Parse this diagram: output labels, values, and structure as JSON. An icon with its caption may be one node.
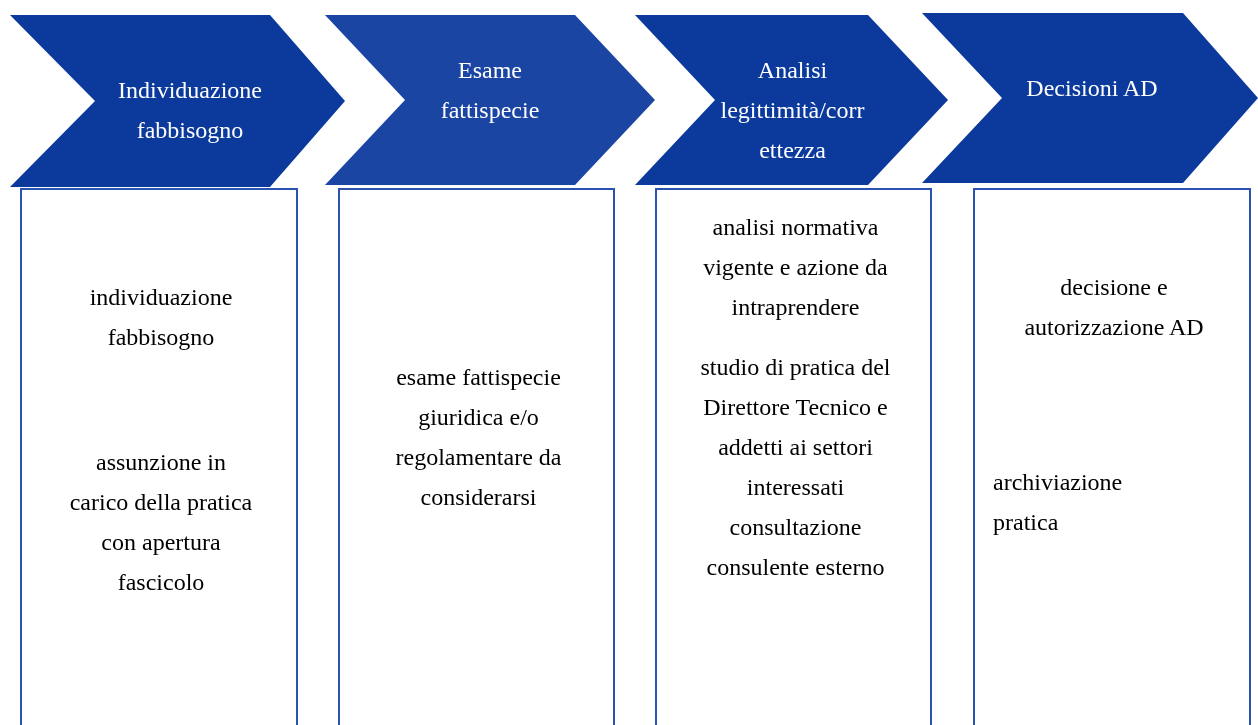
{
  "diagram": {
    "nodes": [
      {
        "text": [
          "Individuazione fabbisogno"
        ]
      },
      {
        "text": [
          "individuazione fabbisogno",
          "assunzione in carico della pratica con apertura fascicolo"
        ]
      },
      {
        "text": [
          "Esame fattispecie"
        ]
      },
      {
        "text": [
          "esame fattispecie giuridica e/o regolamentare da considerarsi"
        ]
      },
      {
        "text": [
          "Analisi legittimità/correttezza"
        ]
      },
      {
        "text": [
          "analisi normativa vigente e azione da intraprendere",
          "studio di pratica del Direttore Tecnico e addetti ai settori interessati consultazione consulente esterno"
        ]
      },
      {
        "text": [
          "Decisioni AD"
        ]
      },
      {
        "text": [
          "decisione e autorizzazione AD",
          "archiviazione pratica"
        ]
      }
    ]
  }
}
